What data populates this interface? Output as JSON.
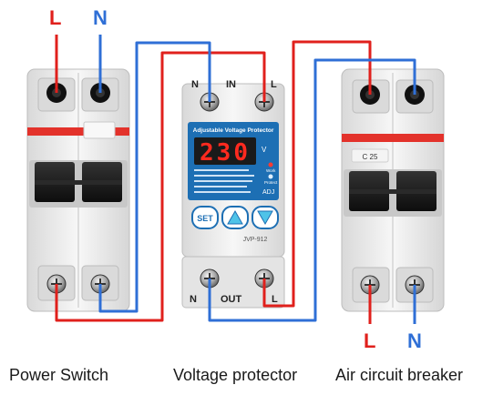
{
  "colors": {
    "live": "#e0201c",
    "neutral": "#2f6fd6",
    "device_body": "#eeeeee",
    "display_bg": "#1a1a1a",
    "display_digit": "#ff2a1f",
    "panel_blue": "#1d6fb4",
    "button_cyan": "#4fc3e8",
    "breaker_red": "#e3322b",
    "dark_knob": "#1a1a1a"
  },
  "top_labels": {
    "live": "L",
    "neutral": "N"
  },
  "bottom_labels": {
    "live": "L",
    "neutral": "N"
  },
  "captions": {
    "power_switch": "Power Switch",
    "voltage_protector": "Voltage protector",
    "air_breaker": "Air circuit breaker"
  },
  "protector": {
    "top_terminals": [
      "N",
      "IN",
      "L"
    ],
    "bottom_terminals": [
      "N",
      "OUT",
      "L"
    ],
    "panel_title": "Adjustable Voltage Protector",
    "display_value": "230",
    "display_unit": "V",
    "indicators": [
      "Work",
      "Protect"
    ],
    "adj_label": "ADJ",
    "set_button": "SET",
    "up_icon": "triangle-up-icon",
    "down_icon": "triangle-down-icon",
    "model": "JVP-912"
  },
  "right_breaker": {
    "rating": "C 25"
  }
}
